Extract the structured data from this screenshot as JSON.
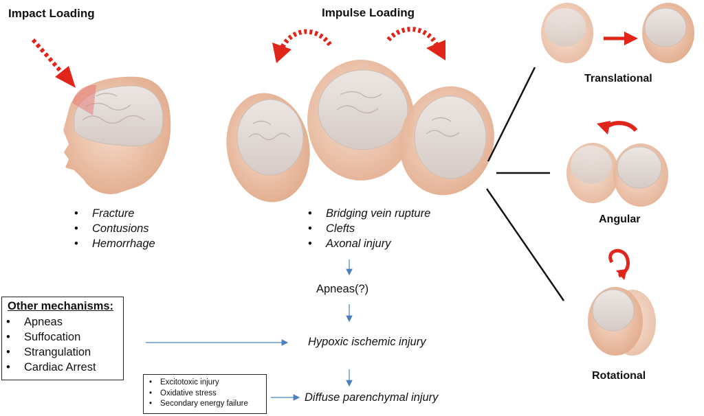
{
  "impact": {
    "title": "Impact Loading",
    "items": [
      "Fracture",
      "Contusions",
      "Hemorrhage"
    ]
  },
  "impulse": {
    "title": "Impulse Loading",
    "items": [
      "Bridging vein rupture",
      "Clefts",
      "Axonal injury"
    ]
  },
  "flow": {
    "apneas": "Apneas(?)",
    "hypoxic": "Hypoxic ischemic injury",
    "diffuse": "Diffuse parenchymal injury"
  },
  "motions": {
    "translational": "Translational",
    "angular": "Angular",
    "rotational": "Rotational"
  },
  "other_mechanisms": {
    "title": "Other mechanisms:",
    "items": [
      "Apneas",
      "Suffocation",
      "Strangulation",
      "Cardiac Arrest"
    ]
  },
  "secondary_box": {
    "items": [
      "Excitotoxic injury",
      "Oxidative stress",
      "Secondary energy failure"
    ]
  },
  "colors": {
    "arrow_red": "#e0251b",
    "flow_blue": "#4a7fc1",
    "skin": "#eec3a8",
    "brain": "#e4dbd7"
  }
}
